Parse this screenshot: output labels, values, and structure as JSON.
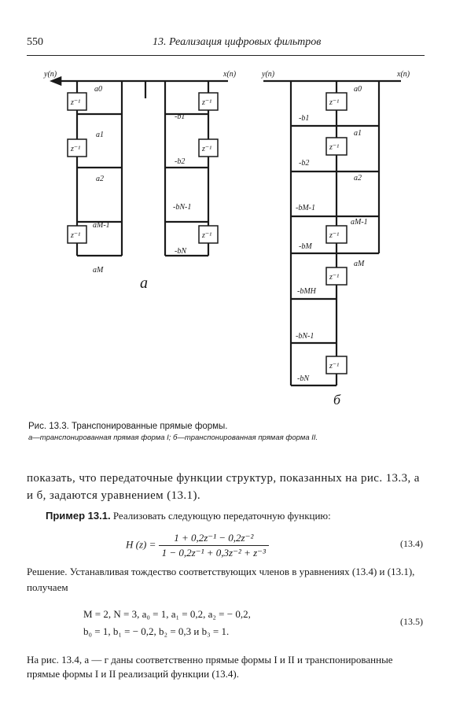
{
  "header": {
    "page_number": "550",
    "title": "13. Реализация цифровых фильтров"
  },
  "figure": {
    "io_in": "x(n)",
    "io_out": "y(n)",
    "delay": "z⁻¹",
    "a_labels": [
      "a₀",
      "a₁",
      "a₂",
      "a_{M-1}",
      "a_M"
    ],
    "a_text": [
      "a0",
      "a1",
      "a2",
      "aM-1",
      "aM"
    ],
    "b_text_a": [
      "-b1",
      "-b2",
      "-bN-1",
      "-bN"
    ],
    "b_text_b": [
      "-b1",
      "-b2",
      "-bM-1",
      "-bM",
      "-bMH",
      "-bN-1",
      "-bN"
    ],
    "a_text_b": [
      "a0",
      "a1",
      "a2",
      "aM-1",
      "aM"
    ],
    "panel_a": "a",
    "panel_b": "б"
  },
  "caption": {
    "line1": "Рис. 13.3. Транспонированные прямые формы.",
    "line2": "а—транспонированная прямая форма I; б—транспонированная прямая форма II."
  },
  "text": {
    "p1": "показать, что передаточные функции структур, показанных на рис. 13.3, а и б, задаются уравнением (13.1).",
    "example_label": "Пример 13.1.",
    "example_text": " Реализовать следующую передаточную функцию:",
    "eq_lhs": "H (z) = ",
    "eq_num": "1 + 0,2z⁻¹ − 0,2z⁻²",
    "eq_den": "1 − 0,2z⁻¹ + 0,3z⁻² + z⁻³",
    "eq_tag": "(13.4)",
    "solution": "Решение. Устанавливая тождество соответствующих членов в уравнениях (13.4) и (13.1), получаем",
    "sys_line1": "M = 2,   N = 3,   a₀ = 1,   a₁ = 0,2,        a₂ = − 0,2,",
    "sys_line2": "b₀ = 1,   b₁ = − 0,2,            b₂ = 0,3   и   b₃ = 1.",
    "sys_tag": "(13.5)",
    "last": "На рис. 13.4, а — г даны соответственно прямые формы I и II и транспонированные прямые формы I и II реализаций функции (13.4)."
  }
}
